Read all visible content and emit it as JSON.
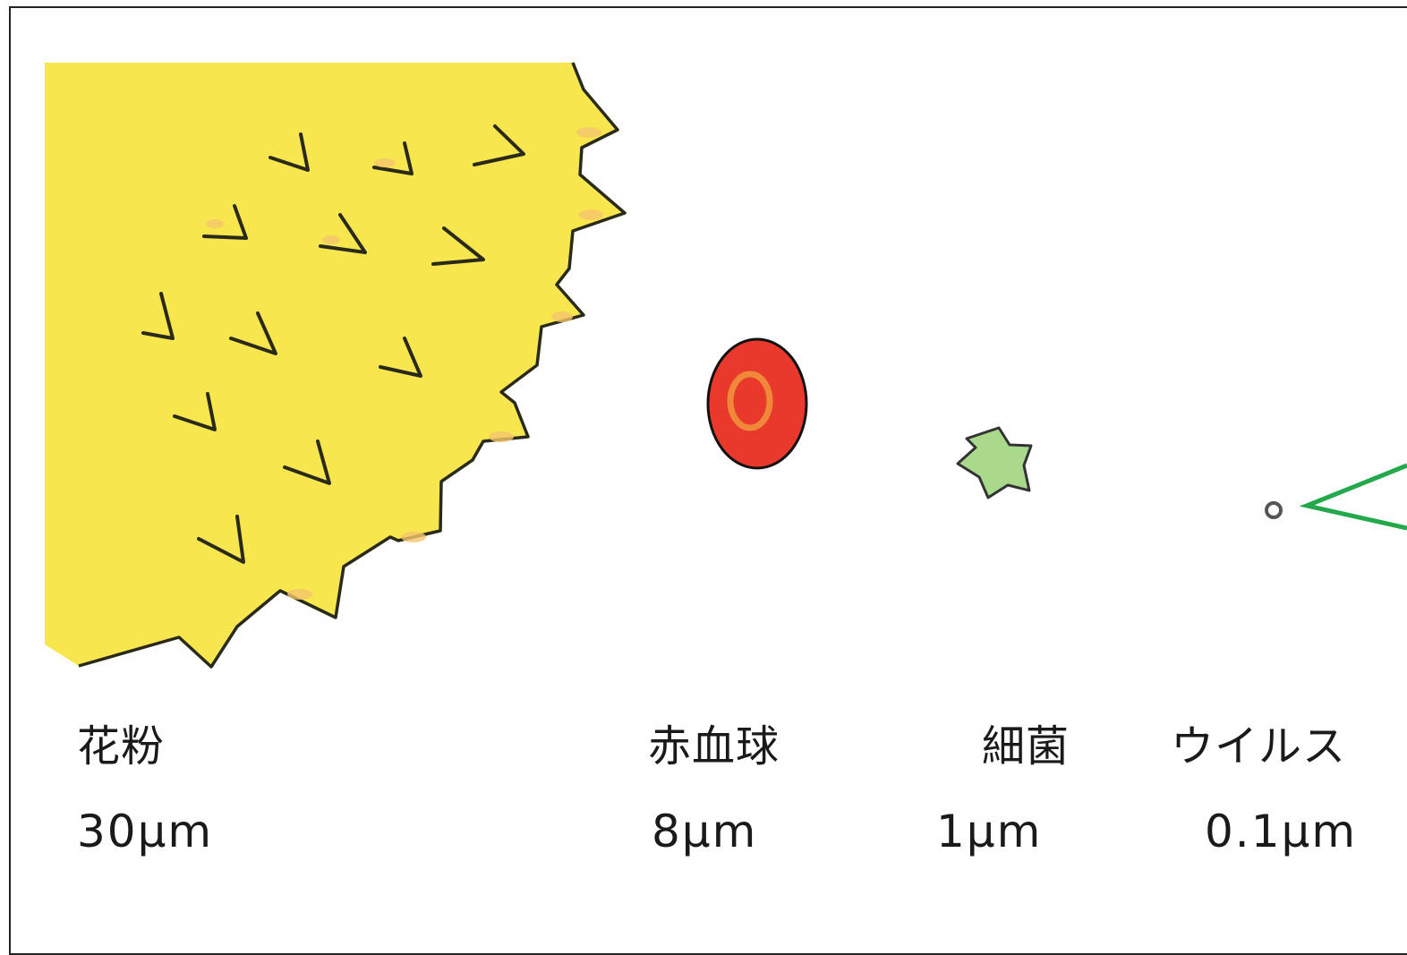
{
  "particles": [
    {
      "name": "花粉",
      "size": "30μm",
      "color": "#f8e64f"
    },
    {
      "name": "赤血球",
      "size": "8μm",
      "color": "#e8392c"
    },
    {
      "name": "細菌",
      "size": "1μm",
      "color": "#a9d98a"
    },
    {
      "name": "ウイルス",
      "size": "0.1μm",
      "color": "#555555"
    }
  ],
  "pointer_color": "#23a84b"
}
